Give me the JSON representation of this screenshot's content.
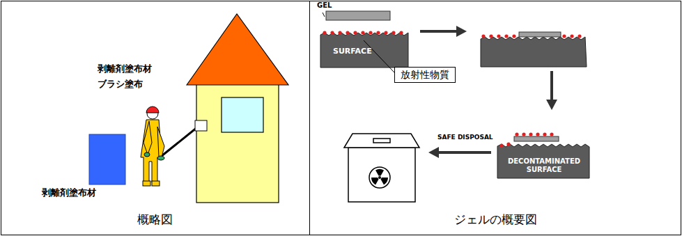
{
  "diagram": {
    "nodes": [
      {
        "text": [
          "放射性物質"
        ]
      }
    ],
    "labels": [
      "剥離剤塗布材",
      "ブラシ塗布",
      "剥離剤塗布材",
      "GEL",
      "SURFACE",
      "SAFE DISPOSAL",
      "DECONTAMINATED SURFACE",
      "概略図",
      "ジェルの概要図"
    ]
  }
}
